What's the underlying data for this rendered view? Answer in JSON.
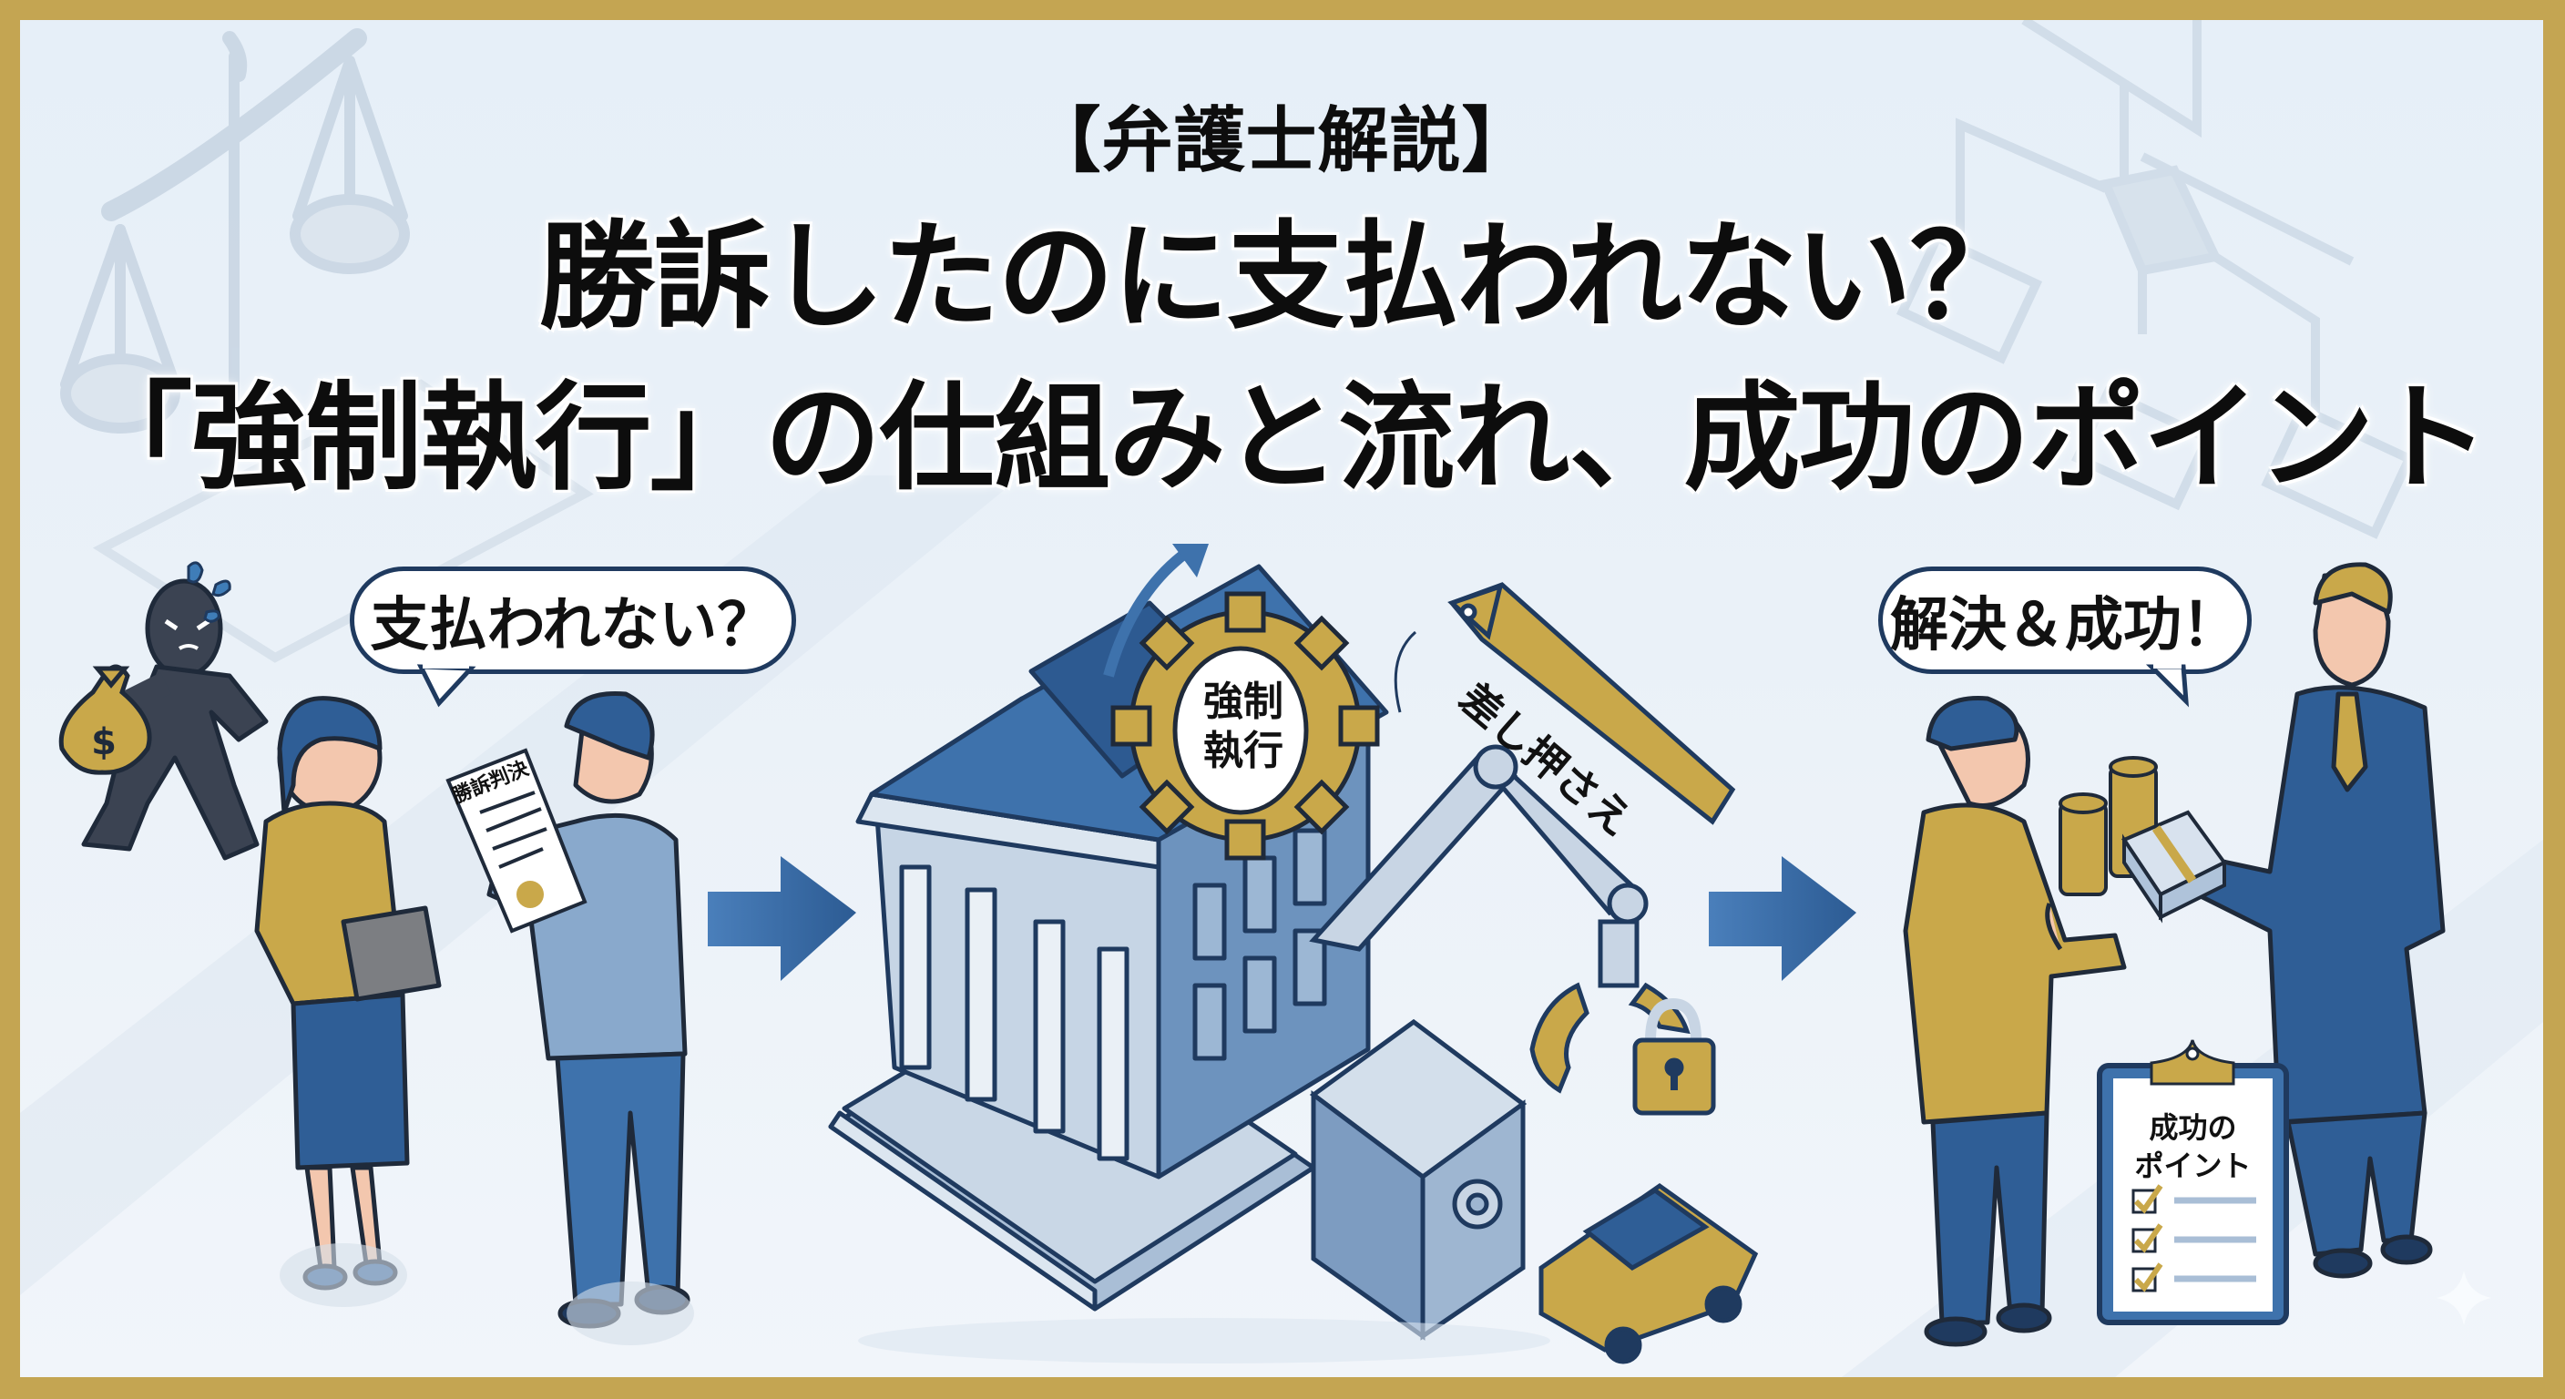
{
  "header": {
    "subtitle": "【弁護士解説】",
    "title_line1": "勝訴したのに支払われない？",
    "title_line2": "「強制執行」の仕組みと流れ、成功のポイント"
  },
  "left_scene": {
    "speech_bubble": "支払われない？",
    "document_label": "勝訴判決",
    "money_bag_symbol": "$"
  },
  "center_scene": {
    "gear_label_line1": "強制",
    "gear_label_line2": "執行",
    "tag_label": "差し押さえ"
  },
  "right_scene": {
    "speech_bubble": "解決＆成功！",
    "clipboard_title_line1": "成功の",
    "clipboard_title_line2": "ポイント",
    "checklist_items": 3
  },
  "colors": {
    "border_gold": "#C4A552",
    "navy": "#1f3a5f",
    "blue": "#3E72AC",
    "gold": "#C9A84A",
    "background": "#E8F0F8"
  }
}
